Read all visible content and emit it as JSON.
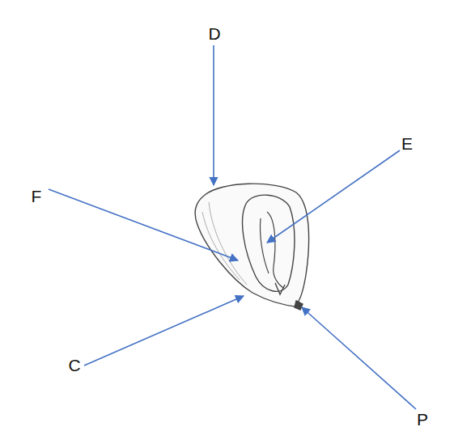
{
  "diagram": {
    "labels": [
      "D",
      "E",
      "F",
      "C",
      "P"
    ]
  }
}
